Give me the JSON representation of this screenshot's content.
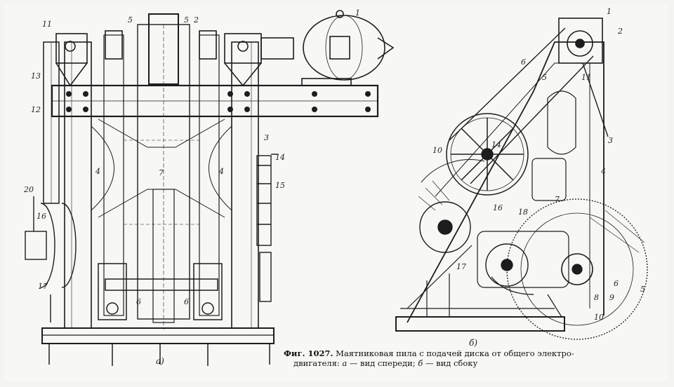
{
  "figure": {
    "view_a_label": "а)",
    "view_b_label": "б)",
    "caption": {
      "lead": "Фиг. 1027.",
      "text1": " Маятниковая пила с подачей диска от общего электро-",
      "text2a": "двигателя: ",
      "key_a": "а",
      "text2b": " — вид спереди; ",
      "key_b": "б",
      "text2c": " — вид сбоку"
    },
    "callouts_front": [
      "11",
      "13",
      "12",
      "20",
      "16",
      "17",
      "5",
      "5",
      "2",
      "1",
      "3",
      "4",
      "4",
      "14",
      "15",
      "6",
      "6",
      "7"
    ],
    "callouts_side": [
      "1",
      "2",
      "6",
      "5",
      "11",
      "3",
      "14",
      "4",
      "10",
      "16",
      "18",
      "7",
      "17",
      "8",
      "9",
      "10",
      "5",
      "6"
    ]
  },
  "colors": {
    "ink": "#1d1d1d",
    "paper": "#f7f7f5",
    "hatch": "#555555"
  }
}
